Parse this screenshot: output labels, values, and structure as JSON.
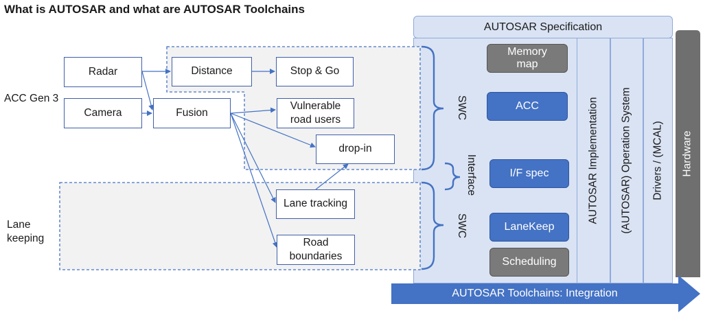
{
  "title": "What is AUTOSAR and what are AUTOSAR Toolchains",
  "groups": {
    "acc": "ACC Gen 3",
    "lane": "Lane\nkeeping"
  },
  "boxes": {
    "radar": "Radar",
    "camera": "Camera",
    "distance": "Distance",
    "fusion": "Fusion",
    "stop_go": "Stop & Go",
    "vulnerable": "Vulnerable\nroad users",
    "dropin": "drop-in",
    "lane_tracking": "Lane tracking",
    "road_boundaries": "Road\nboundaries"
  },
  "autosar": {
    "spec": "AUTOSAR Specification",
    "swc_top": "SWC",
    "interface": "Interface",
    "swc_bottom": "SWC",
    "memory_map": "Memory\nmap",
    "acc": "ACC",
    "if_spec": "I/F spec",
    "lanekeep": "LaneKeep",
    "scheduling": "Scheduling",
    "implementation": "AUTOSAR Implementation",
    "operation_system": "(AUTOSAR) Operation System",
    "drivers": "Drivers / (MCAL)",
    "hardware": "Hardware",
    "toolchains": "AUTOSAR Toolchains: Integration"
  },
  "colors": {
    "panel_fill": "#dae3f3",
    "panel_border": "#8faadc",
    "swc_blue": "#4472c4",
    "gray": "#7a7a7a",
    "hardware": "#6f6f6f",
    "group_fill": "#f2f2f2",
    "line": "#4472c4"
  }
}
